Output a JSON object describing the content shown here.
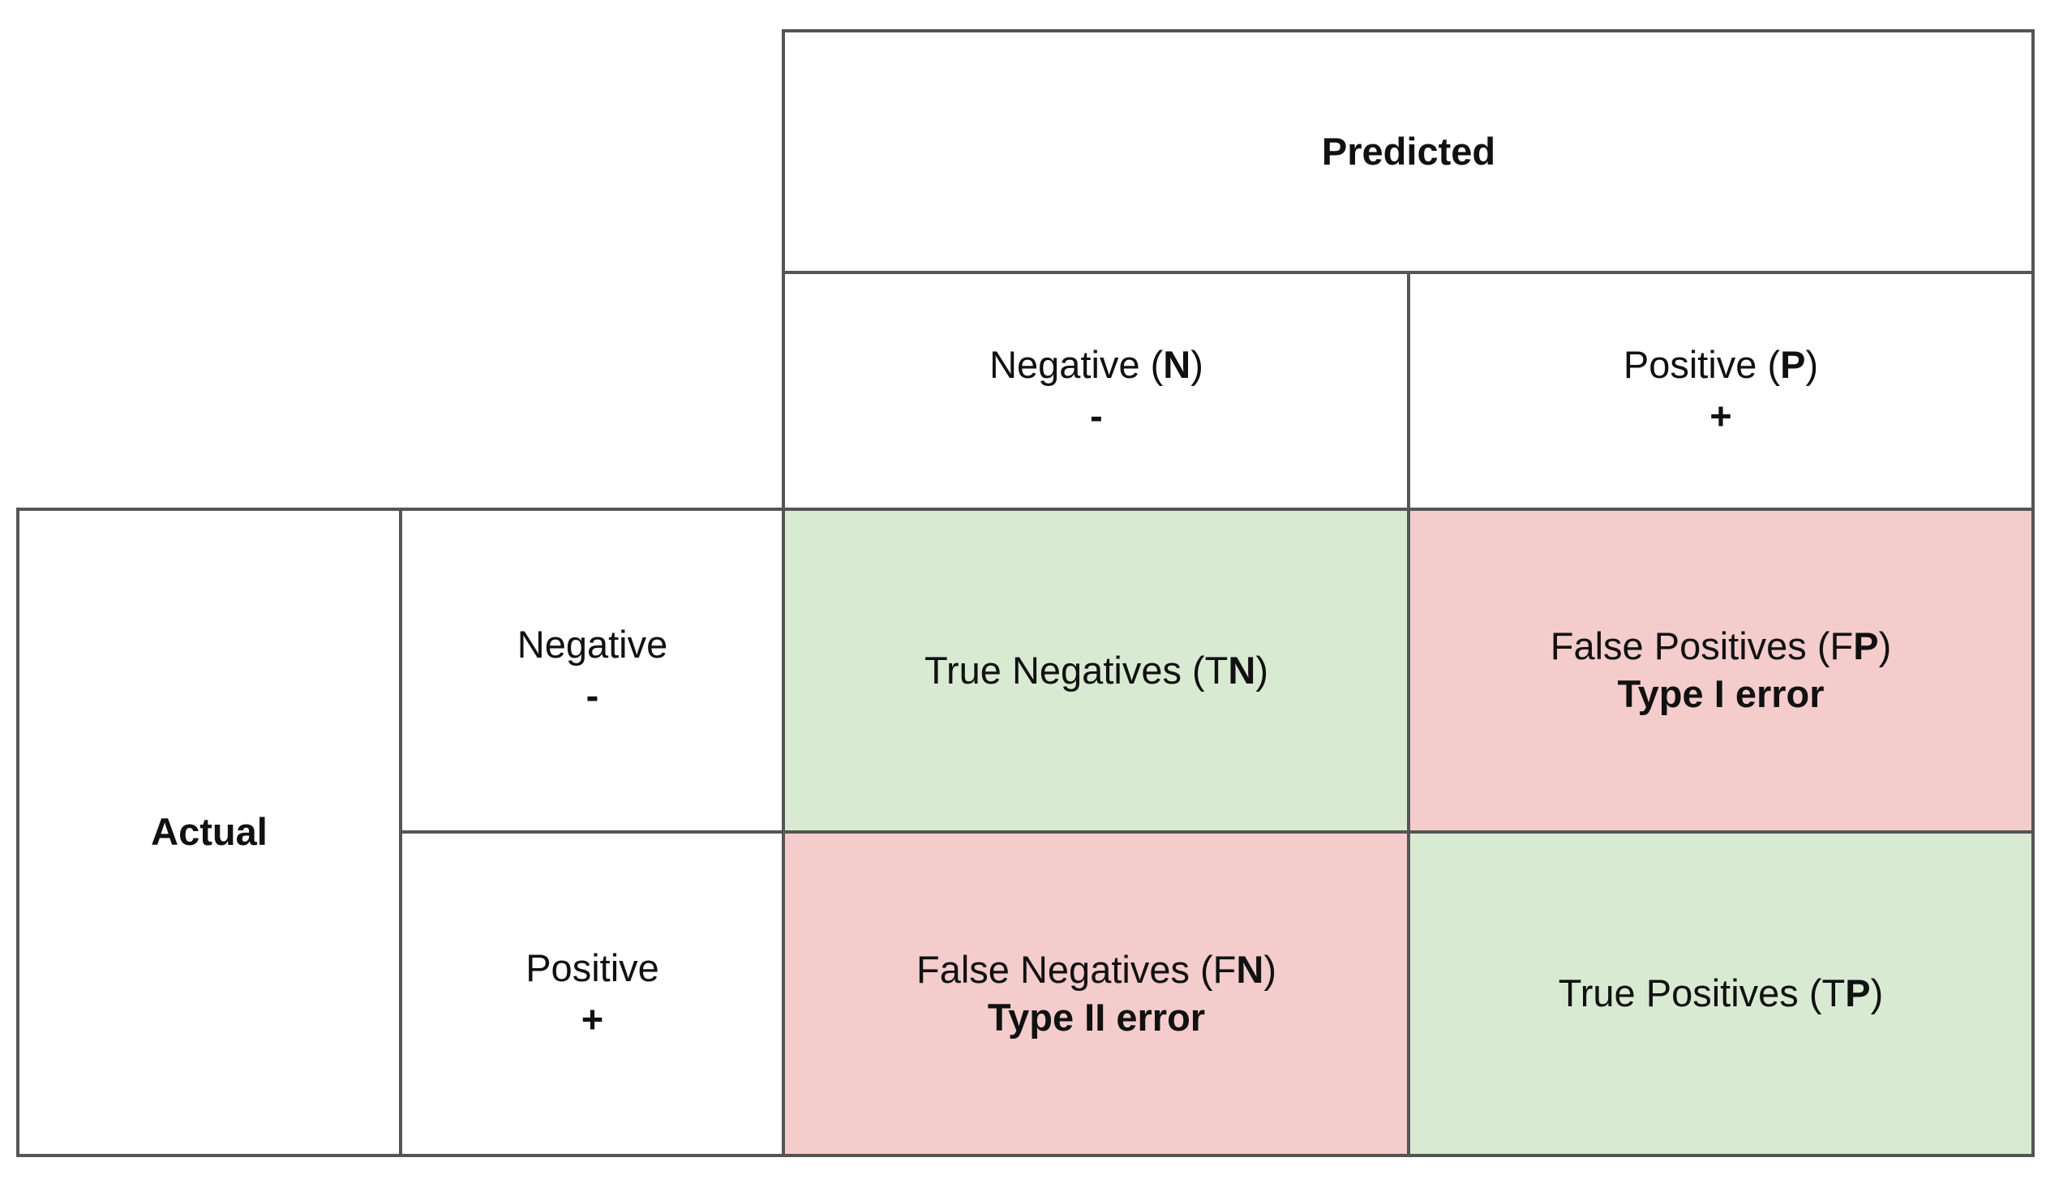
{
  "predicted_header": "Predicted",
  "actual_header": "Actual",
  "predicted_classes": [
    {
      "name": "Negative",
      "open": " (",
      "letter": "N",
      "close": ")",
      "sign": "-"
    },
    {
      "name": "Positive",
      "open": " (",
      "letter": "P",
      "close": ")",
      "sign": "+"
    }
  ],
  "actual_classes": [
    {
      "name": "Negative",
      "sign": "-"
    },
    {
      "name": "Positive",
      "sign": "+"
    }
  ],
  "cells": {
    "tn": {
      "pre": "True Negatives (T",
      "letter": "N",
      "post": ")",
      "error": ""
    },
    "fp": {
      "pre": "False Positives (F",
      "letter": "P",
      "post": ")",
      "error": "Type I error"
    },
    "fn": {
      "pre": "False Negatives (F",
      "letter": "N",
      "post": ")",
      "error": "Type II error"
    },
    "tp": {
      "pre": "True Positives (T",
      "letter": "P",
      "post": ")",
      "error": ""
    }
  },
  "colors": {
    "correct": "#d9ead3",
    "error": "#f4cccc",
    "border": "#555555"
  }
}
